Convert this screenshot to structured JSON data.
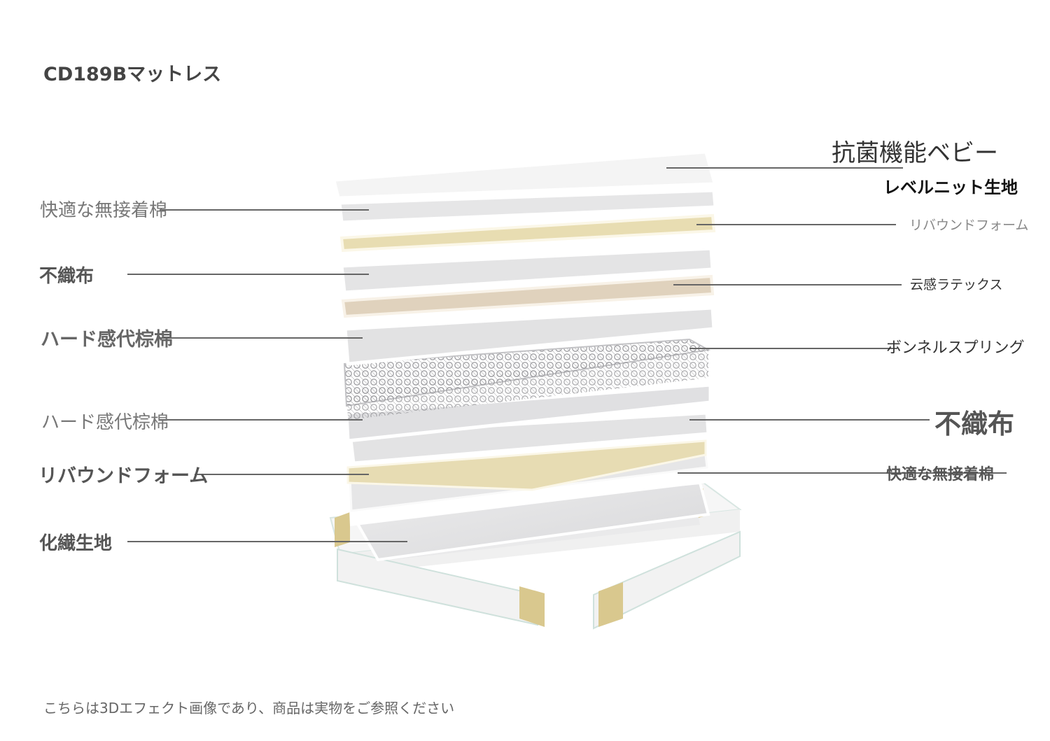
{
  "title": "CD189Bマットレス",
  "footnote": "こちらは3Dエフェクト画像であり、商品は実物をご参照ください",
  "left_labels": [
    "快適な無接着棉",
    "不織布",
    "ハード感代棕棉",
    "ハード感代棕棉",
    "リバウンドフォーム",
    "化繊生地"
  ],
  "right_labels": [
    "抗菌機能ベビー",
    "レベルニット生地",
    "リバウンドフォーム",
    "云感ラテックス",
    "ボンネルスプリング",
    "不織布",
    "快適な無接着棉"
  ],
  "colors": {
    "fabric": "#f5f5f5",
    "grey_layer": "#e3e3e4",
    "foam_yellow": "#e7dcb3",
    "latex_beige": "#e0d2bd",
    "spring": "#a9a9ac",
    "edge_foam": "#d9c88e",
    "callout_line": "#666666"
  }
}
